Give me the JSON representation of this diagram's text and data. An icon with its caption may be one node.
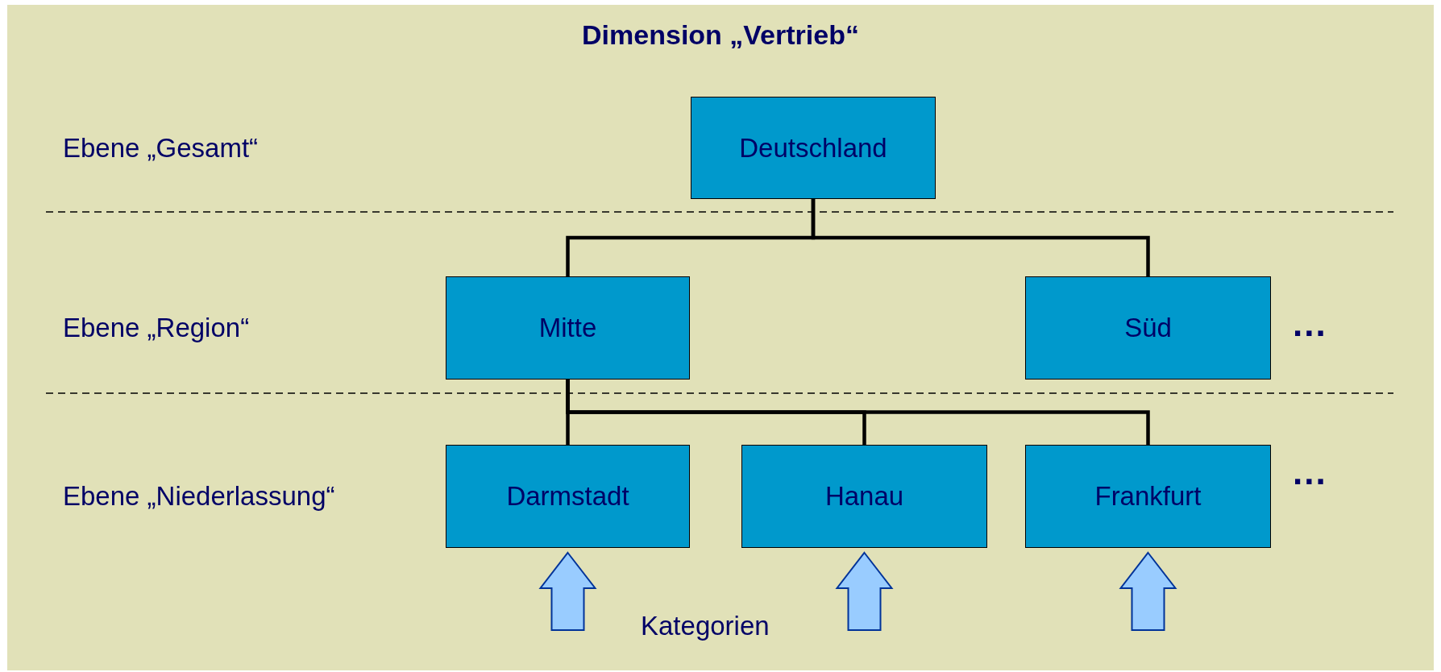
{
  "diagram": {
    "title": "Dimension „Vertrieb“",
    "nodes": [
      {
        "text": [
          "Deutschland"
        ]
      },
      {
        "text": [
          "Mitte"
        ]
      },
      {
        "text": [
          "Süd"
        ]
      },
      {
        "text": [
          "Darmstadt"
        ]
      },
      {
        "text": [
          "Hanau"
        ]
      },
      {
        "text": [
          "Frankfurt"
        ]
      }
    ],
    "edges": [
      {
        "from": 0,
        "to": 1,
        "arrow": "none"
      },
      {
        "from": 0,
        "to": 2,
        "arrow": "none"
      },
      {
        "from": 1,
        "to": 3,
        "arrow": "none"
      },
      {
        "from": 1,
        "to": 4,
        "arrow": "none"
      },
      {
        "from": 1,
        "to": 5,
        "arrow": "none"
      },
      {
        "from": null,
        "to": 3,
        "arrow": "to",
        "style": "thick",
        "color": "#99ccff"
      },
      {
        "from": null,
        "to": 4,
        "arrow": "to",
        "style": "thick",
        "color": "#99ccff"
      },
      {
        "from": null,
        "to": 5,
        "arrow": "to",
        "style": "thick",
        "color": "#99ccff"
      }
    ],
    "labels": [
      "Ebene „Gesamt“",
      "Ebene „Region“",
      "...",
      "Ebene „Niederlassung“",
      "...",
      "Kategorien"
    ]
  }
}
